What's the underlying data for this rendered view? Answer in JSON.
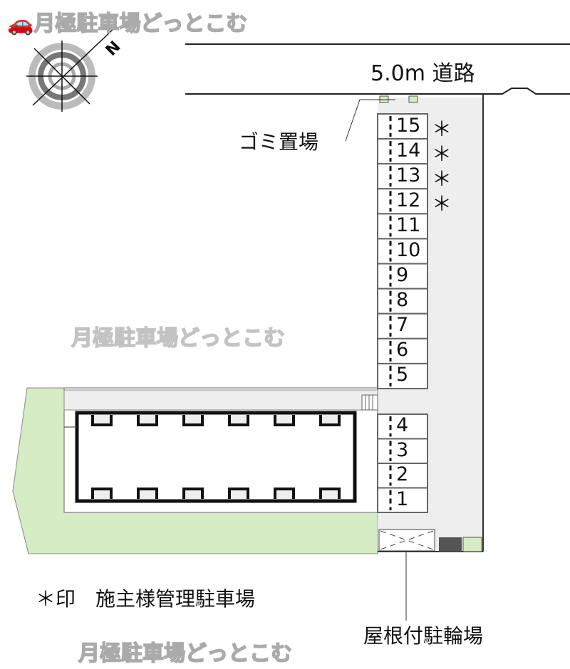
{
  "watermark": "月極駐車場どっとこむ",
  "road_label": "5.0m 道路",
  "trash_label": "ゴミ置場",
  "bike_label": "屋根付駐輪場",
  "legend": "＊印　施主様管理駐車場",
  "compass_label": "N",
  "spaces_upper": [
    {
      "number": "15",
      "mark": "＊"
    },
    {
      "number": "14",
      "mark": "＊"
    },
    {
      "number": "13",
      "mark": "＊"
    },
    {
      "number": "12",
      "mark": "＊"
    },
    {
      "number": "11",
      "mark": ""
    },
    {
      "number": "10",
      "mark": ""
    },
    {
      "number": "9",
      "mark": ""
    },
    {
      "number": "8",
      "mark": ""
    },
    {
      "number": "7",
      "mark": ""
    },
    {
      "number": "6",
      "mark": ""
    },
    {
      "number": "5",
      "mark": ""
    }
  ],
  "spaces_lower": [
    {
      "number": "4"
    },
    {
      "number": "3"
    },
    {
      "number": "2"
    },
    {
      "number": "1"
    }
  ],
  "colors": {
    "lot": "#eeeeee",
    "green": "#d6ecc4",
    "line": "#555555"
  }
}
